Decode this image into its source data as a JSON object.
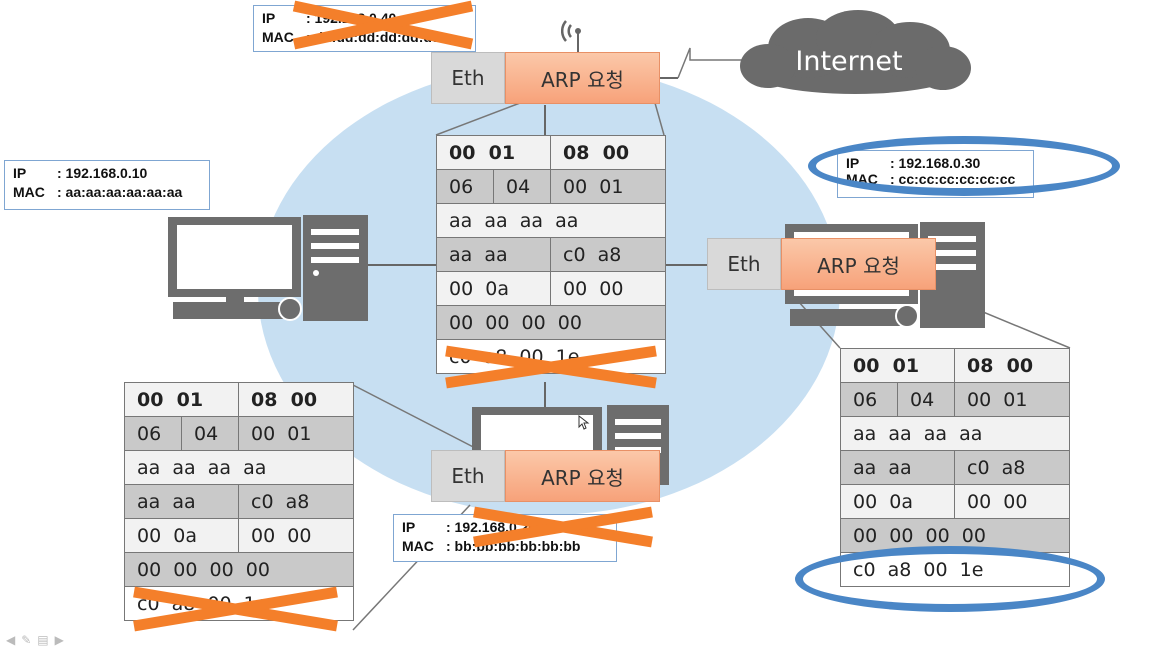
{
  "colors": {
    "network": "#c7dff2",
    "header_orange": "#f7a27a",
    "cross": "#f47f2a",
    "highlight": "#4a86c6",
    "pc": "#6d6d6d"
  },
  "top_box": {
    "ip_label": "IP",
    "ip_value": ": 192.168.0.40",
    "mac_label": "MAC",
    "mac_value": ": dd:dd:dd:dd:dd:dd"
  },
  "left_box": {
    "ip_label": "IP",
    "ip_value": ": 192.168.0.10",
    "mac_label": "MAC",
    "mac_value": ": aa:aa:aa:aa:aa:aa"
  },
  "right_box": {
    "ip_label": "IP",
    "ip_value": ": 192.168.0.30",
    "mac_label": "MAC",
    "mac_value": ": cc:cc:cc:cc:cc:cc"
  },
  "bottom_box": {
    "ip_label": "IP",
    "ip_value": ": 192.168.0.20",
    "mac_label": "MAC",
    "mac_value": ": bb:bb:bb:bb:bb:bb"
  },
  "internet": {
    "label": "Internet",
    "icon": "cloud-icon"
  },
  "frame_header": {
    "eth": "Eth",
    "arp": "ARP 요청"
  },
  "packet": {
    "r1": [
      "00  01",
      "08  00"
    ],
    "r2": [
      "06",
      "04",
      "00  01"
    ],
    "r3": "aa  aa  aa  aa",
    "r4": [
      "aa  aa",
      "c0  a8"
    ],
    "r5": [
      "00  0a",
      "00  00"
    ],
    "r6": "00  00  00  00",
    "r7": "c0  a8  00  1e"
  }
}
